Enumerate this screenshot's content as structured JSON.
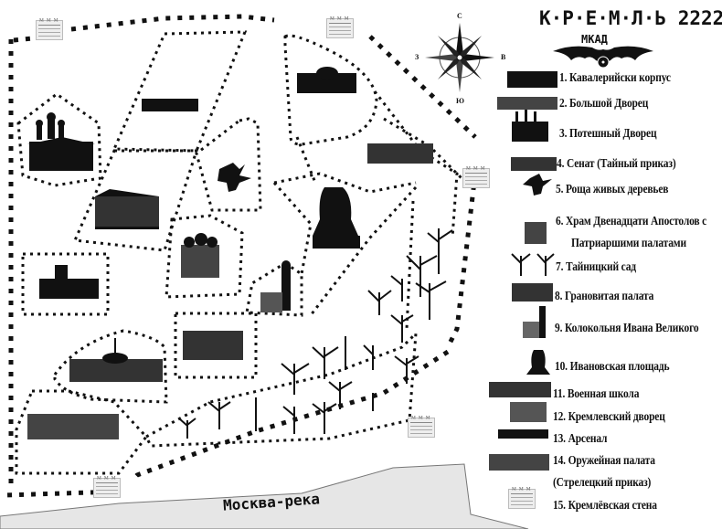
{
  "header": {
    "title": "К·Р·Е·М·Л·Ь 2222",
    "subtitle": "МКАД",
    "emblem": "bat-radiation-icon"
  },
  "compass": {
    "north": "С",
    "south": "Ю",
    "west": "З",
    "east": "В"
  },
  "river": {
    "label": "Москва-река",
    "color": "#e6e6e6"
  },
  "legend": {
    "items": [
      {
        "num": "1",
        "label": "1. Кавалерийски корпус",
        "icon": "building-icon"
      },
      {
        "num": "2",
        "label": "2. Большой Дворец",
        "icon": "palace-icon"
      },
      {
        "num": "3",
        "label": "3. Потешный Дворец",
        "icon": "church-palace-icon"
      },
      {
        "num": "4",
        "label": "4. Сенат (Тайный приказ)",
        "icon": "senate-icon"
      },
      {
        "num": "5",
        "label": "5. Роща живых деревьев",
        "icon": "living-tree-icon"
      },
      {
        "num": "6",
        "label": "6. Храм Двенадцати Апостолов с",
        "label2": "Патриаршими палатами",
        "icon": "cathedral-icon"
      },
      {
        "num": "7",
        "label": "7. Тайницкий сад",
        "icon": "dead-tree-icon"
      },
      {
        "num": "8",
        "label": "8. Грановитая палата",
        "icon": "faceted-chamber-icon"
      },
      {
        "num": "9",
        "label": "9. Колокольня Ивана Великого",
        "icon": "bell-tower-icon"
      },
      {
        "num": "10",
        "label": "10. Ивановская площадь",
        "icon": "tsar-bell-icon"
      },
      {
        "num": "11",
        "label": "11. Военная школа",
        "icon": "military-school-icon"
      },
      {
        "num": "12",
        "label": "12. Кремлевский дворец",
        "icon": "kremlin-palace-icon"
      },
      {
        "num": "13",
        "label": "13. Арсенал",
        "icon": "arsenal-icon"
      },
      {
        "num": "14",
        "label": "14. Оружейная палата",
        "label2": "(Стрелецкий приказ)",
        "icon": "armoury-icon"
      },
      {
        "num": "15",
        "label": "15.  Кремлёвская стена",
        "icon": "wall-icon"
      }
    ]
  },
  "colors": {
    "ink": "#111111",
    "background": "#ffffff",
    "river": "#e6e6e6",
    "river_edge": "#777777"
  }
}
